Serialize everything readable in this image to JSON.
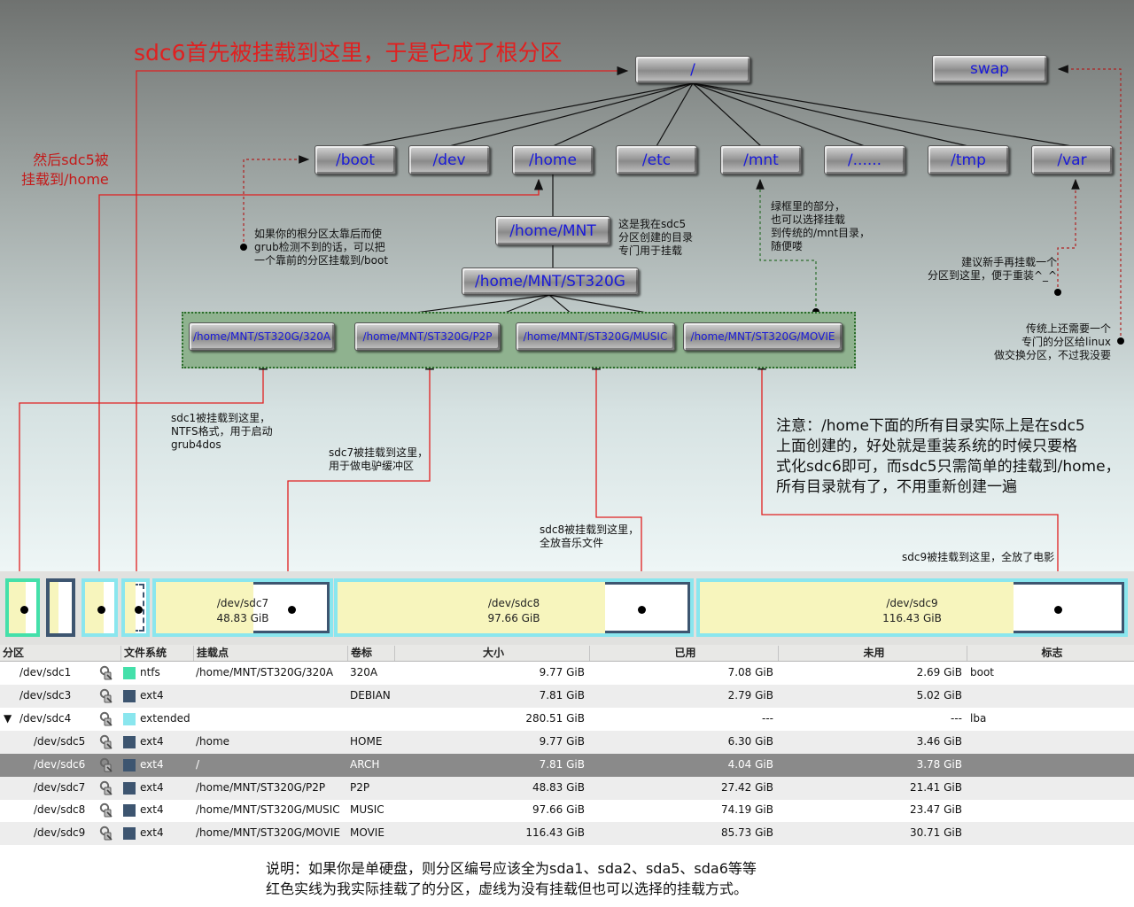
{
  "diagram": {
    "title_red": "sdc6首先被挂载到这里，于是它成了根分区",
    "side_red": "然后sdc5被\n挂载到/home",
    "nodes": {
      "root": "/",
      "swap": "swap",
      "boot": "/boot",
      "dev": "/dev",
      "home": "/home",
      "etc": "/etc",
      "mnt": "/mnt",
      "etc_more": "/......",
      "tmp": "/tmp",
      "var": "/var",
      "home_mnt": "/home/MNT",
      "st320g": "/home/MNT/ST320G",
      "n320a": "/home/MNT/ST320G/320A",
      "p2p": "/home/MNT/ST320G/P2P",
      "music": "/home/MNT/ST320G/MUSIC",
      "movie": "/home/MNT/ST320G/MOVIE"
    },
    "annotations": {
      "boot_note": "如果你的根分区太靠后而使\ngrub检测不到的话，可以把\n一个靠前的分区挂载到/boot",
      "home_mnt_note": "这是我在sdc5\n分区创建的目录\n专门用于挂载",
      "mnt_note": "绿框里的部分，\n也可以选择挂载\n到传统的/mnt目录，\n随便喽",
      "var_note": "建议新手再挂载一个\n分区到这里，便于重装^_^",
      "swap_note": "传统上还需要一个\n专门的分区给linux\n做交换分区，不过我没要",
      "sdc1_note": "sdc1被挂载到这里，\nNTFS格式，用于启动\ngrub4dos",
      "sdc7_note": "sdc7被挂载到这里，\n用于做电驴缓冲区",
      "sdc8_note": "sdc8被挂载到这里，\n全放音乐文件",
      "sdc9_note": "sdc9被挂载到这里，全放了电影",
      "big_note": "注意：/home下面的所有目录实际上是在sdc5\n上面创建的，好处就是重装系统的时候只要格\n式化sdc6即可，而sdc5只需简单的挂载到/home，\n所有目录就有了，不用重新创建一遍"
    }
  },
  "partition_bar": [
    {
      "name": "",
      "size": "",
      "used_fraction": 0.6
    },
    {
      "name": "",
      "size": "",
      "used_fraction": 0.4
    },
    {
      "name": "",
      "size": "",
      "used_fraction": 0.65
    },
    {
      "name": "",
      "size": "",
      "used_fraction": 0.5
    },
    {
      "name": "/dev/sdc7",
      "size": "48.83 GiB",
      "used_fraction": 0.56
    },
    {
      "name": "/dev/sdc8",
      "size": "97.66 GiB",
      "used_fraction": 0.76
    },
    {
      "name": "/dev/sdc9",
      "size": "116.43 GiB",
      "used_fraction": 0.74
    }
  ],
  "table": {
    "headers": [
      "分区",
      "文件系统",
      "挂载点",
      "卷标",
      "大小",
      "已用",
      "未用",
      "标志"
    ],
    "rows": [
      {
        "partition": "/dev/sdc1",
        "fs": "ntfs",
        "fs_color": "#44e0aa",
        "mount": "/home/MNT/ST320G/320A",
        "label": "320A",
        "size": "9.77 GiB",
        "used": "7.08 GiB",
        "unused": "2.69 GiB",
        "flags": "boot"
      },
      {
        "partition": "/dev/sdc3",
        "fs": "ext4",
        "fs_color": "#3d5570",
        "mount": "",
        "label": "DEBIAN",
        "size": "7.81 GiB",
        "used": "2.79 GiB",
        "unused": "5.02 GiB",
        "flags": ""
      },
      {
        "partition": "/dev/sdc4",
        "fs": "extended",
        "fs_color": "#8ae6ee",
        "mount": "",
        "label": "",
        "size": "280.51 GiB",
        "used": "---",
        "unused": "---",
        "flags": "lba",
        "expander": "▼"
      },
      {
        "partition": "/dev/sdc5",
        "fs": "ext4",
        "fs_color": "#3d5570",
        "mount": "/home",
        "label": "HOME",
        "size": "9.77 GiB",
        "used": "6.30 GiB",
        "unused": "3.46 GiB",
        "flags": ""
      },
      {
        "partition": "/dev/sdc6",
        "fs": "ext4",
        "fs_color": "#3d5570",
        "mount": "/",
        "label": "ARCH",
        "size": "7.81 GiB",
        "used": "4.04 GiB",
        "unused": "3.78 GiB",
        "flags": ""
      },
      {
        "partition": "/dev/sdc7",
        "fs": "ext4",
        "fs_color": "#3d5570",
        "mount": "/home/MNT/ST320G/P2P",
        "label": "P2P",
        "size": "48.83 GiB",
        "used": "27.42 GiB",
        "unused": "21.41 GiB",
        "flags": ""
      },
      {
        "partition": "/dev/sdc8",
        "fs": "ext4",
        "fs_color": "#3d5570",
        "mount": "/home/MNT/ST320G/MUSIC",
        "label": "MUSIC",
        "size": "97.66 GiB",
        "used": "74.19 GiB",
        "unused": "23.47 GiB",
        "flags": ""
      },
      {
        "partition": "/dev/sdc9",
        "fs": "ext4",
        "fs_color": "#3d5570",
        "mount": "/home/MNT/ST320G/MOVIE",
        "label": "MOVIE",
        "size": "116.43 GiB",
        "used": "85.73 GiB",
        "unused": "30.71 GiB",
        "flags": ""
      }
    ]
  },
  "footer_note": "说明：如果你是单硬盘，则分区编号应该全为sda1、sda2、sda5、sda6等等\n红色实线为我实际挂载了的分区，虚线为没有挂载但也可以选择的挂载方式。",
  "colors": {
    "line_red": "#e02020",
    "dash_red": "#b02020",
    "dash_green": "#2c6e2c",
    "node_text": "#1a1ad8"
  }
}
